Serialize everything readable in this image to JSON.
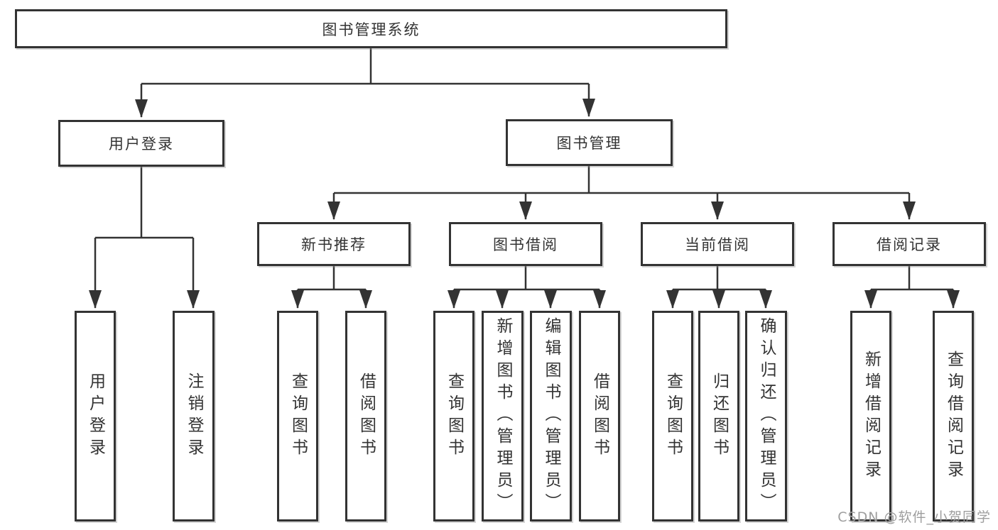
{
  "diagram": {
    "root": {
      "label": "图书管理系统",
      "children": [
        {
          "label": "用户登录",
          "children": [
            {
              "label": "用户登录"
            },
            {
              "label": "注销登录"
            }
          ]
        },
        {
          "label": "图书管理",
          "children": [
            {
              "label": "新书推荐",
              "children": [
                {
                  "label": "查询图书"
                },
                {
                  "label": "借阅图书"
                }
              ]
            },
            {
              "label": "图书借阅",
              "children": [
                {
                  "label": "查询图书"
                },
                {
                  "label": "新增图书（管理员）"
                },
                {
                  "label": "编辑图书（管理员）"
                },
                {
                  "label": "借阅图书"
                }
              ]
            },
            {
              "label": "当前借阅",
              "children": [
                {
                  "label": "查询图书"
                },
                {
                  "label": "归还图书"
                },
                {
                  "label": "确认归还（管理员）"
                }
              ]
            },
            {
              "label": "借阅记录",
              "children": [
                {
                  "label": "新增借阅记录"
                },
                {
                  "label": "查询借阅记录"
                }
              ]
            }
          ]
        }
      ]
    },
    "watermark": "CSDN @软件_小贺同学",
    "colors": {
      "line": "#333333",
      "box_border": "#333333",
      "text": "#333333",
      "watermark": "#9e9e9e",
      "background": "#ffffff"
    }
  }
}
